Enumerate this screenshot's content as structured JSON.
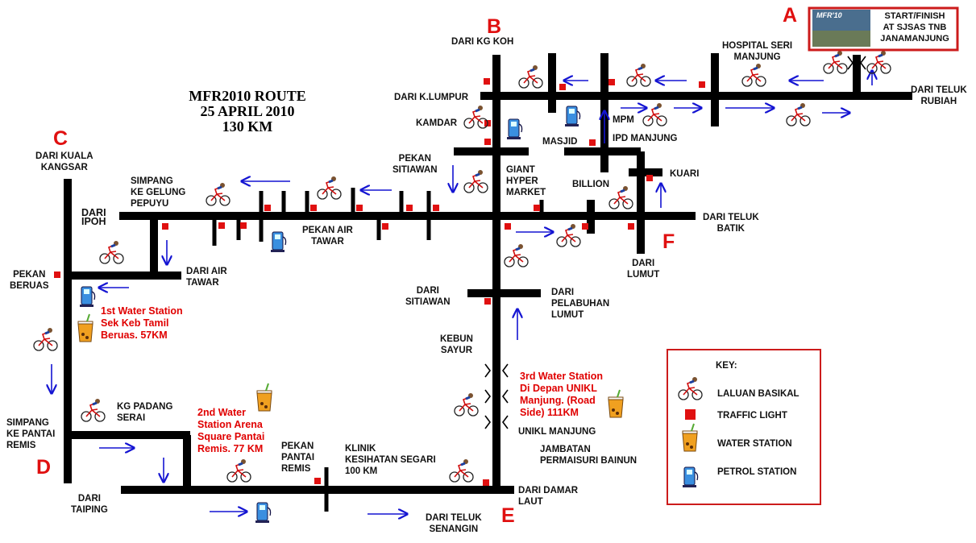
{
  "map": {
    "title": [
      "MFR2010 ROUTE",
      "25 APRIL 2010",
      "130 KM"
    ],
    "start_box": {
      "logo_text": "MFR'10",
      "lines": [
        "START/FINISH",
        "AT SJSAS TNB",
        "JANAMANJUNG"
      ]
    },
    "checkpoints": [
      "A",
      "B",
      "C",
      "D",
      "E",
      "F"
    ],
    "labels": {
      "dari_kg_koh": "DARI KG KOH",
      "hospital": [
        "HOSPITAL SERI",
        "MANJUNG"
      ],
      "dari_teluk_rubiah": [
        "DARI TELUK",
        "RUBIAH"
      ],
      "dari_klumpur": "DARI K.LUMPUR",
      "kamdar": "KAMDAR",
      "mpm": "MPM",
      "masjid": "MASJID",
      "ipd": "IPD MANJUNG",
      "kuari": "KUARI",
      "billion": "BILLION",
      "pekan_sitiawan": [
        "PEKAN",
        "SITIAWAN"
      ],
      "giant": [
        "GIANT",
        "HYPER",
        "MARKET"
      ],
      "dari_kuala_kangsar": [
        "DARI KUALA",
        "KANGSAR"
      ],
      "simpang_gelung": [
        "SIMPANG",
        "KE GELUNG",
        "PEPUYU"
      ],
      "dari_ipoh": [
        "DARI",
        "IPOH"
      ],
      "pekan_air_tawar": [
        "PEKAN AIR",
        "TAWAR"
      ],
      "dari_teluk_batik": [
        "DARI TELUK",
        "BATIK"
      ],
      "dari_air_tawar": [
        "DARI AIR",
        "TAWAR"
      ],
      "dari_lumut": [
        "DARI",
        "LUMUT"
      ],
      "pekan_beruas": [
        "PEKAN",
        "BERUAS"
      ],
      "dari_sitiawan": [
        "DARI",
        "SITIAWAN"
      ],
      "dari_pelabuhan": [
        "DARI",
        "PELABUHAN",
        "LUMUT"
      ],
      "kebun_sayur": [
        "KEBUN",
        "SAYUR"
      ],
      "kg_padang_serai": [
        "KG PADANG",
        "SERAI"
      ],
      "simpang_pantai_remis": [
        "SIMPANG",
        "KE PANTAI",
        "REMIS"
      ],
      "pekan_pantai_remis": [
        "PEKAN",
        "PANTAI",
        "REMIS"
      ],
      "klinik": [
        "KLINIK",
        "KESIHATAN SEGARI",
        "100 KM"
      ],
      "unikl": "UNIKL MANJUNG",
      "jambatan": [
        "JAMBATAN",
        "PERMAISURI BAINUN"
      ],
      "dari_taiping": [
        "DARI",
        "TAIPING"
      ],
      "dari_teluk_senangin": [
        "DARI TELUK",
        "SENANGIN"
      ],
      "dari_damar_laut": [
        "DARI DAMAR",
        "LAUT"
      ]
    },
    "water_stations": {
      "ws1": [
        "1st Water Station",
        "Sek Keb Tamil",
        "Beruas. 57KM"
      ],
      "ws2": [
        "2nd Water",
        "Station Arena",
        "Square Pantai",
        "Remis. 77 KM"
      ],
      "ws3": [
        "3rd Water Station",
        "Di Depan UNIKL",
        "Manjung. (Road",
        "Side) 111KM"
      ]
    },
    "key": {
      "title": "KEY:",
      "items": [
        "LALUAN BASIKAL",
        "TRAFFIC LIGHT",
        "WATER STATION",
        "PETROL STATION"
      ]
    },
    "colors": {
      "road": "#000000",
      "arrow": "#1414d2",
      "traffic_light": "#e01010",
      "checkpoint": "#e01010",
      "water_text": "#e00000"
    }
  }
}
